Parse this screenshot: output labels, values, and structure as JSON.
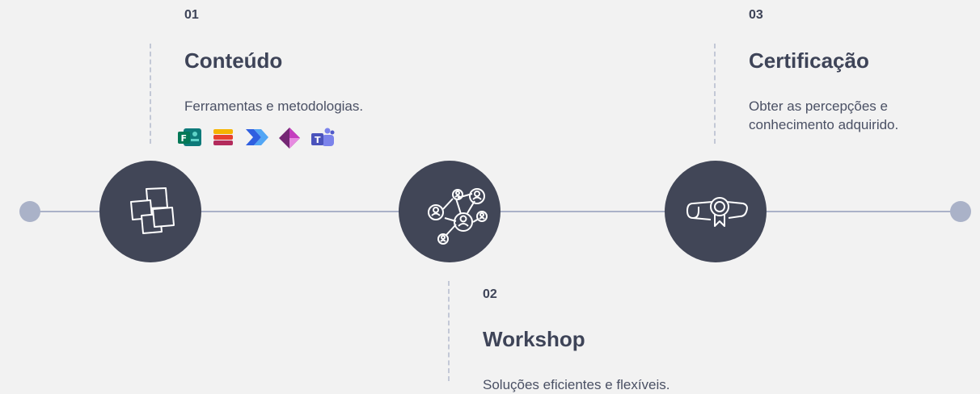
{
  "steps": [
    {
      "number": "01",
      "title": "Conteúdo",
      "description_lines": [
        "Ferramentas e metodologias."
      ],
      "icon": "sticky-notes-icon"
    },
    {
      "number": "02",
      "title": "Workshop",
      "description_lines": [
        "Soluções eficientes e flexíveis."
      ],
      "icon": "network-people-icon"
    },
    {
      "number": "03",
      "title": "Certificação",
      "description_lines": [
        "Obter as percepções e",
        "conhecimento adquirido."
      ],
      "icon": "certificate-scroll-icon"
    }
  ],
  "tool_icons": [
    "forms-icon",
    "stacked-layers-icon",
    "power-automate-icon",
    "power-apps-icon",
    "teams-icon"
  ],
  "colors": {
    "background": "#f2f2f2",
    "circle": "#414657",
    "line": "#aab2c8",
    "text": "#3e4458"
  }
}
